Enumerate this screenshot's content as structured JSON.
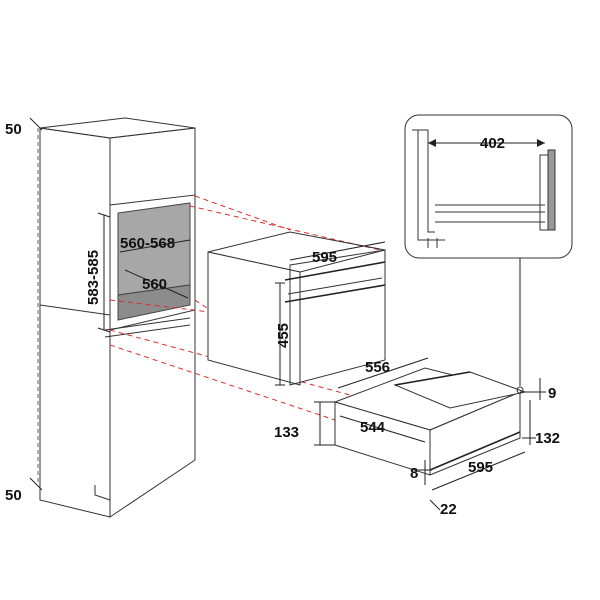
{
  "dimensions": {
    "cabinet_top_gap": "50",
    "cabinet_bottom_gap": "50",
    "niche_height": "583-585",
    "niche_width": "560-568",
    "niche_depth": "560",
    "oven_width": "595",
    "oven_height": "455",
    "drawer_depth_top": "556",
    "drawer_inner_depth": "544",
    "drawer_front_height": "133",
    "drawer_gap_top": "9",
    "drawer_height": "132",
    "drawer_base_offset": "8",
    "drawer_width": "595",
    "drawer_front_depth": "22",
    "detail_depth": "402"
  },
  "colors": {
    "guide_line": "#d9302c",
    "cavity": "#a7a7a7",
    "line": "#333333"
  }
}
